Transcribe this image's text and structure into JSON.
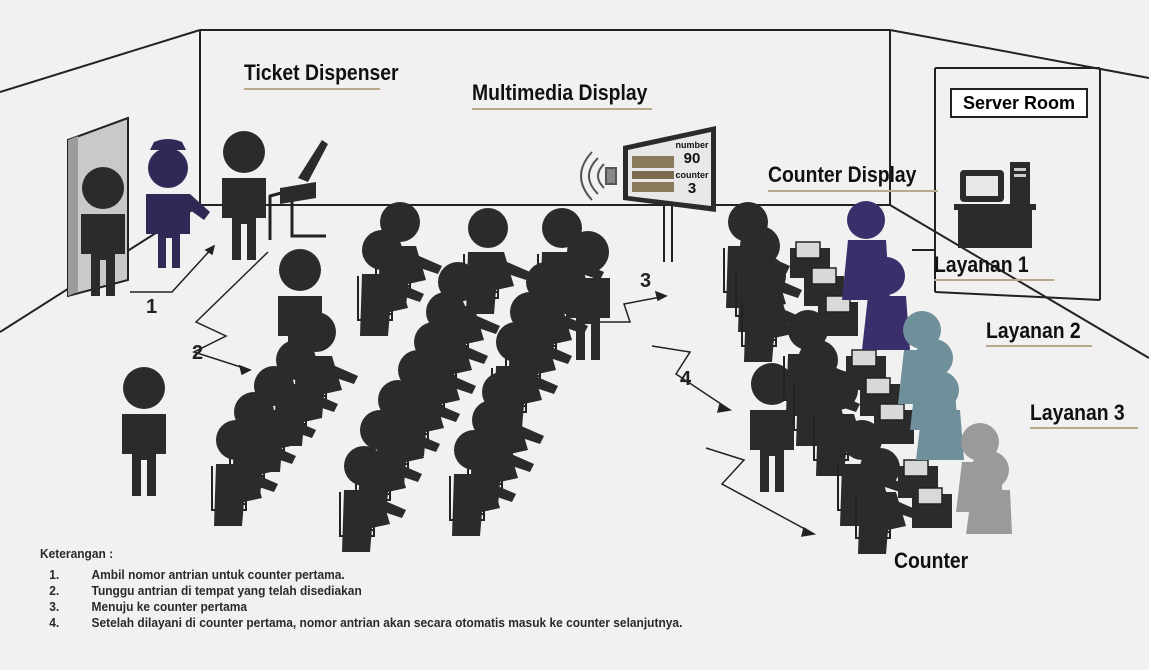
{
  "labels": {
    "ticket_dispenser": "Ticket Dispenser",
    "multimedia_display": "Multimedia Display",
    "server_room": "Server Room",
    "counter_display": "Counter Display",
    "layanan_1": "Layanan 1",
    "layanan_2": "Layanan 2",
    "layanan_3": "Layanan 3",
    "counter": "Counter"
  },
  "display_screen": {
    "number_label": "number",
    "number_value": "90",
    "counter_label": "counter",
    "counter_value": "3"
  },
  "steps": [
    "1",
    "2",
    "3",
    "4"
  ],
  "legend": {
    "title": "Keterangan :",
    "items": [
      {
        "num": "1.",
        "text": "Ambil nomor antrian untuk counter pertama."
      },
      {
        "num": "2.",
        "text": "Tunggu antrian di tempat yang telah disediakan"
      },
      {
        "num": "3.",
        "text": "Menuju ke counter pertama"
      },
      {
        "num": "4.",
        "text": "Setelah dilayani di counter pertama, nomor antrian akan secara otomatis masuk ke counter selanjutnya."
      }
    ]
  },
  "colors": {
    "background": "#f1f1f1",
    "person_dark": "#2b2b2b",
    "guard_purple": "#2e2a55",
    "staff_layanan_1": "#3a2f6b",
    "staff_layanan_2": "#6f8f9b",
    "staff_layanan_3": "#9a9a9a",
    "label_underline": "#b8a98a"
  }
}
